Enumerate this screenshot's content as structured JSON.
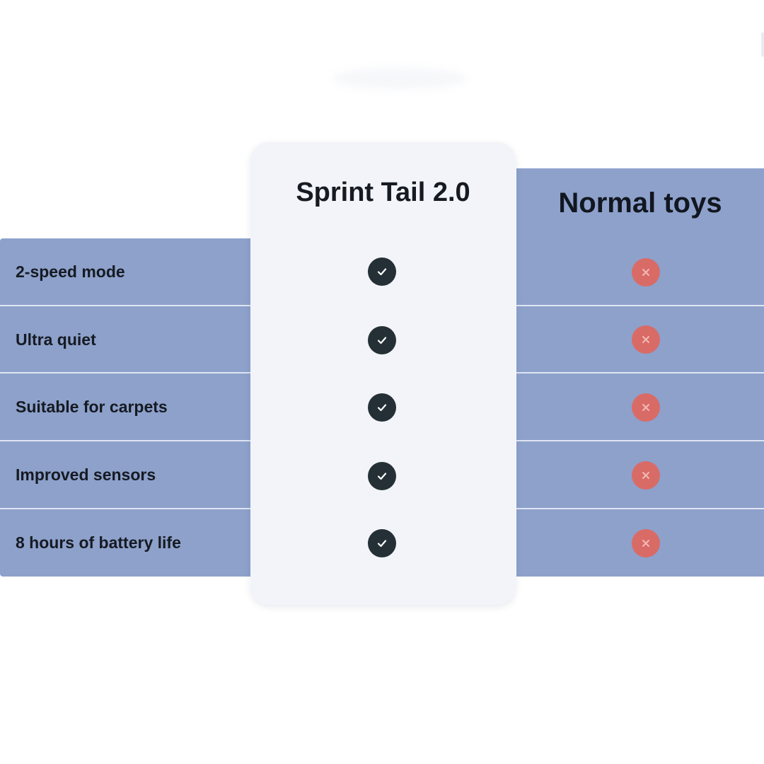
{
  "comparison": {
    "product": {
      "title": "Sprint Tail 2.0",
      "mark": "check-icon",
      "color": "#243036"
    },
    "competitor": {
      "title": "Normal toys",
      "mark": "cross-icon",
      "color": "#d96b67"
    },
    "band_color": "#8da1cb",
    "card_color": "#f2f4f9",
    "features": [
      {
        "label": "2-speed mode",
        "product_has": true,
        "competitor_has": false
      },
      {
        "label": "Ultra quiet",
        "product_has": true,
        "competitor_has": false
      },
      {
        "label": "Suitable for carpets",
        "product_has": true,
        "competitor_has": false
      },
      {
        "label": "Improved sensors",
        "product_has": true,
        "competitor_has": false
      },
      {
        "label": "8 hours of battery life",
        "product_has": true,
        "competitor_has": false
      }
    ]
  }
}
